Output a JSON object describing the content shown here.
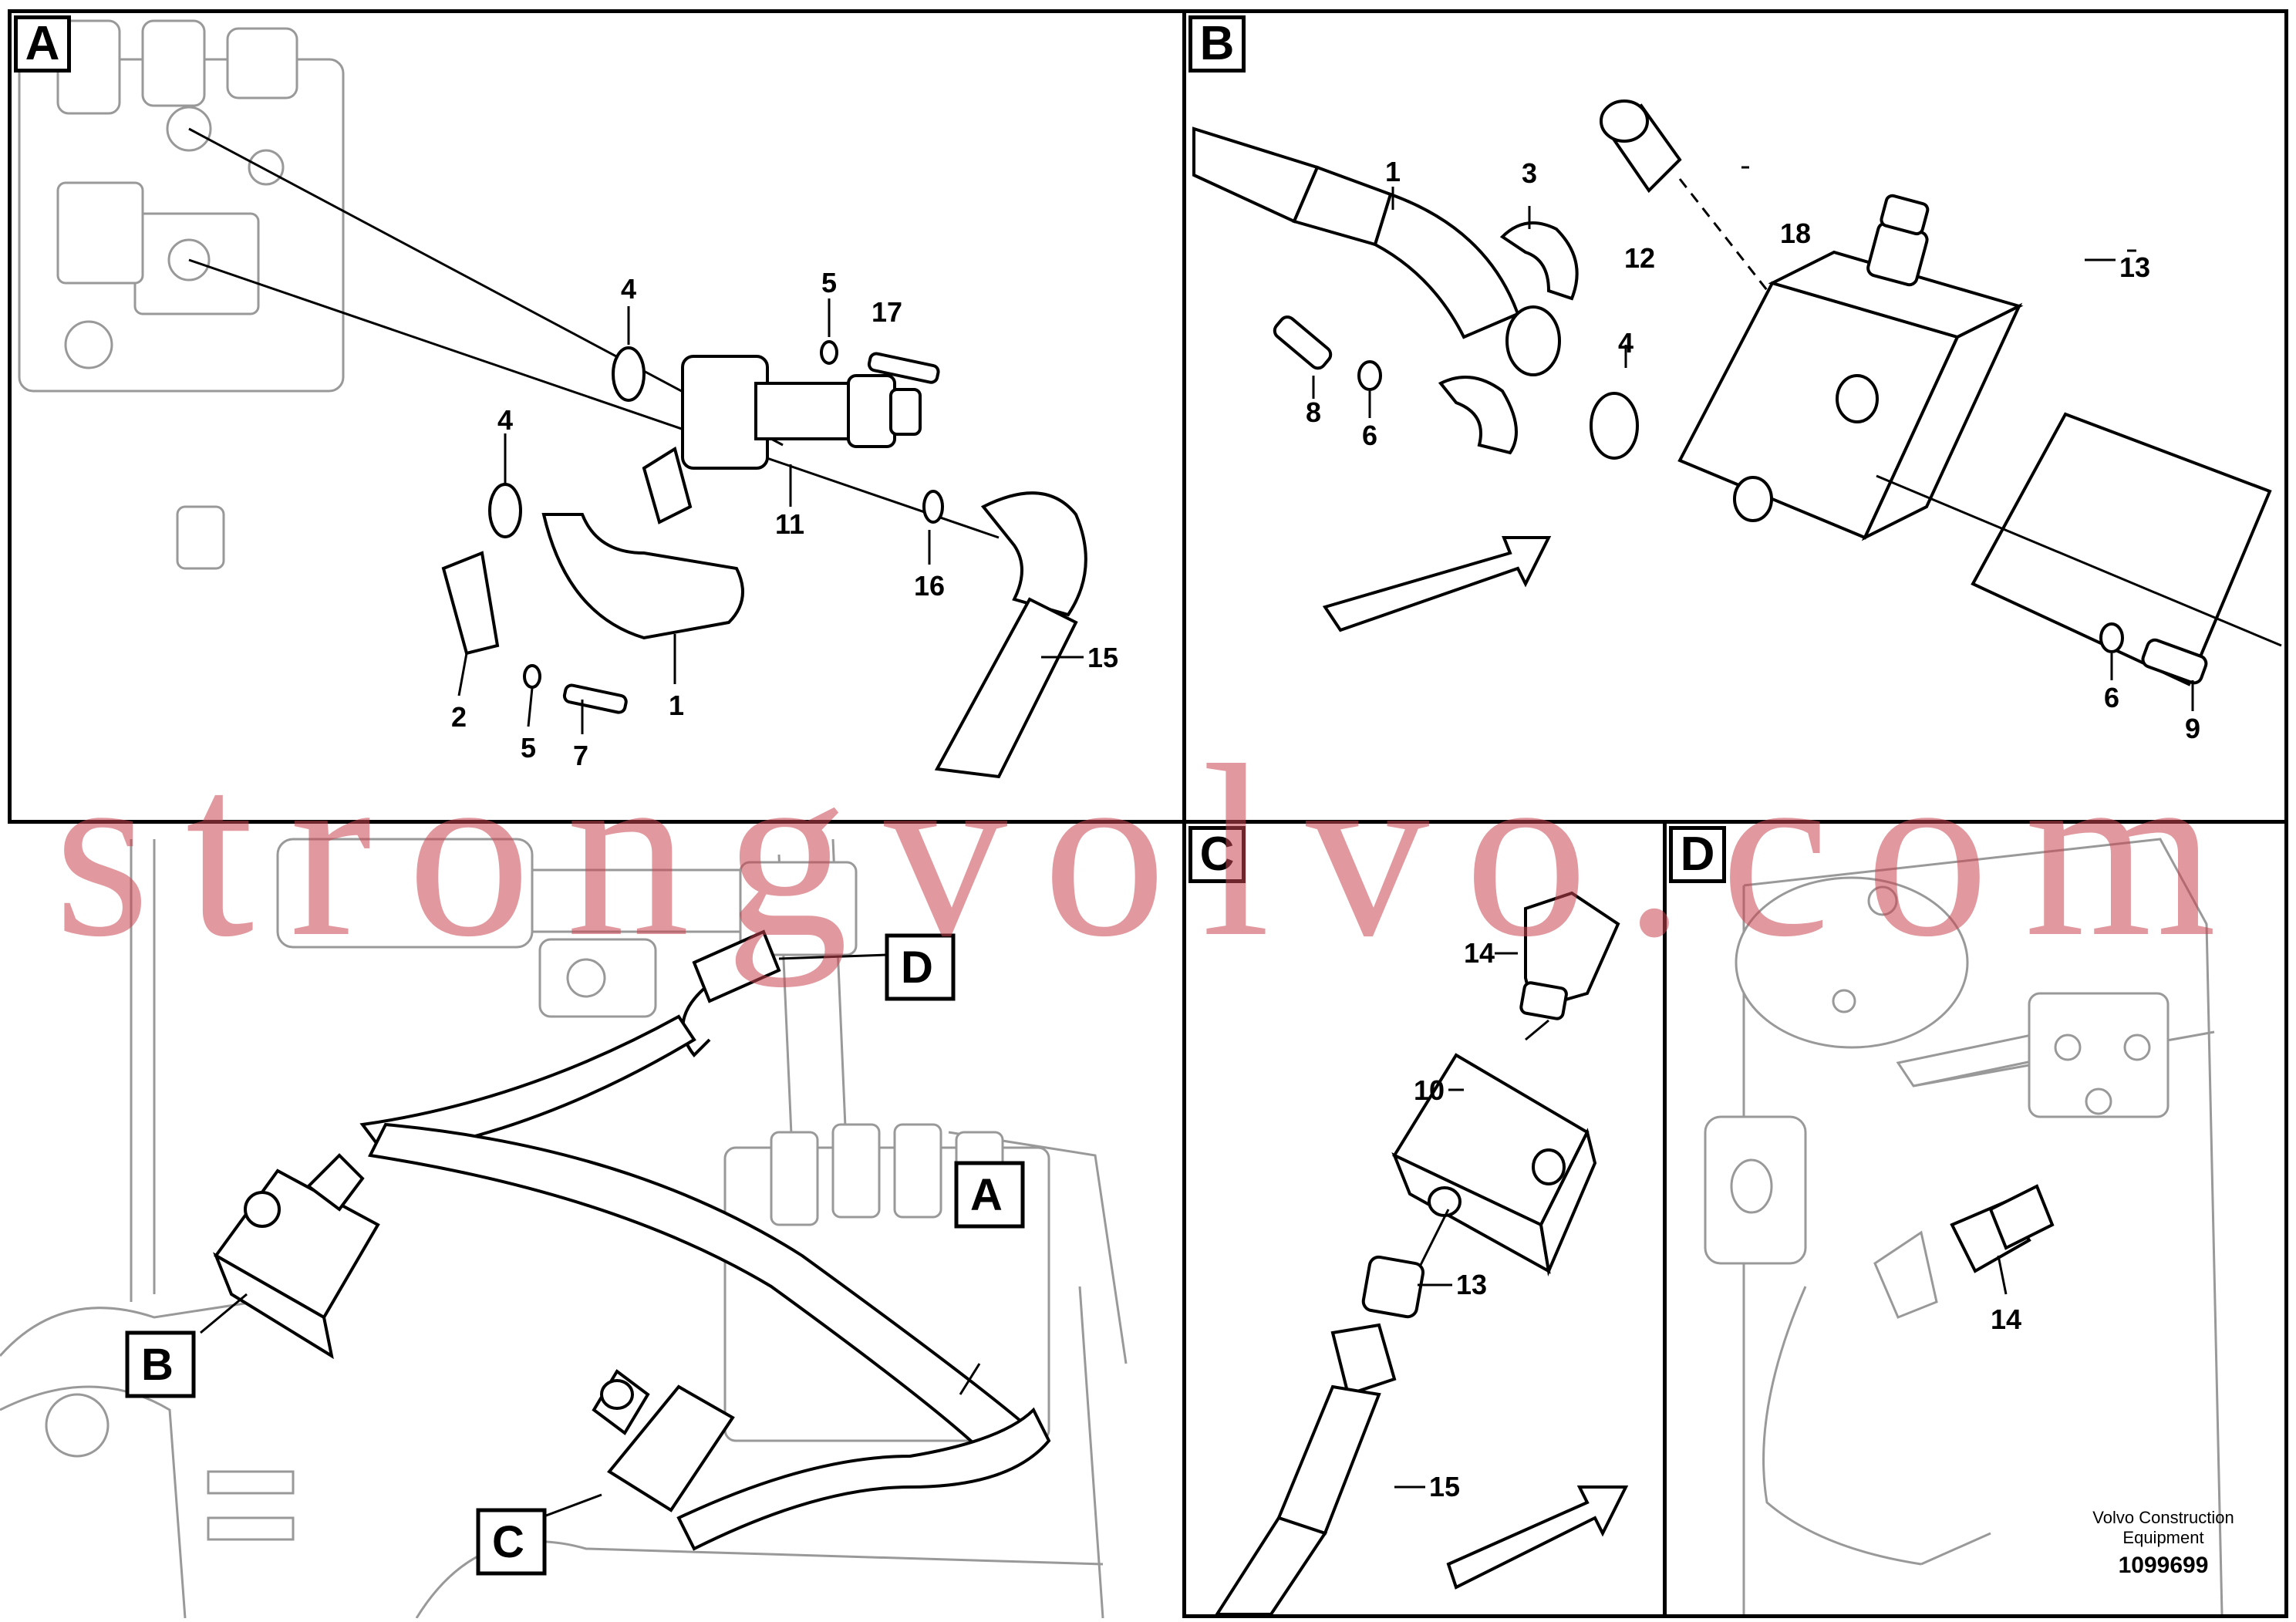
{
  "panels": {
    "A": {
      "label": "A",
      "callouts": [
        "4",
        "5",
        "17",
        "4",
        "11",
        "16",
        "15",
        "2",
        "5",
        "7",
        "1"
      ]
    },
    "B": {
      "label": "B",
      "callouts": [
        "1",
        "3",
        "12",
        "18",
        "13",
        "4",
        "8",
        "6",
        "6",
        "9"
      ]
    },
    "C": {
      "label": "C",
      "callouts": [
        "14",
        "10",
        "13",
        "15"
      ]
    },
    "D": {
      "label": "D",
      "callouts": [
        "14"
      ]
    }
  },
  "overview": {
    "markers": [
      "D",
      "A",
      "B",
      "C"
    ]
  },
  "footer": {
    "brand": "Volvo Construction Equipment",
    "brand_line1": "Volvo Construction",
    "brand_line2": "Equipment",
    "part_number": "1099699"
  },
  "watermark": "strongvolvo.com"
}
